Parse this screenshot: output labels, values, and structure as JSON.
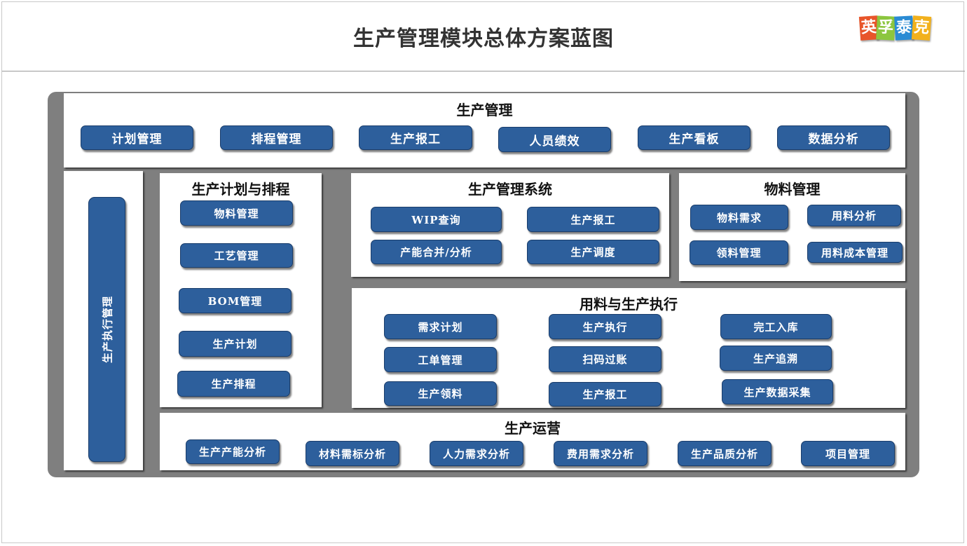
{
  "title": "生产管理模块总体方案蓝图",
  "logo": {
    "chars": [
      "英",
      "孚",
      "泰",
      "克"
    ]
  },
  "top": {
    "title": "生产管理",
    "items": [
      "计划管理",
      "排程管理",
      "生产报工",
      "人员绩效",
      "生产看板",
      "数据分析"
    ]
  },
  "side": {
    "label": "生产执行管理"
  },
  "plan": {
    "title": "生产计划与排程",
    "items": [
      "物料管理",
      "工艺管理",
      "BOM管理",
      "生产计划",
      "生产排程"
    ]
  },
  "system": {
    "title": "生产管理系统",
    "items": [
      "WIP查询",
      "生产报工",
      "产能合并/分析",
      "生产调度"
    ]
  },
  "material": {
    "title": "物料管理",
    "items": [
      "物料需求",
      "用料分析",
      "领料管理",
      "用料成本管理"
    ]
  },
  "exec": {
    "title": "用料与生产执行",
    "items": [
      "需求计划",
      "生产执行",
      "完工入库",
      "工单管理",
      "扫码过账",
      "生产追溯",
      "生产领料",
      "生产报工",
      "生产数据采集"
    ]
  },
  "ops": {
    "title": "生产运营",
    "items": [
      "生产产能分析",
      "材料需标分析",
      "人力需求分析",
      "费用需求分析",
      "生产品质分析",
      "项目管理"
    ]
  },
  "colors": {
    "box": "#2d5f9c",
    "frame": "#7f7f7f",
    "panel": "#ffffff"
  }
}
